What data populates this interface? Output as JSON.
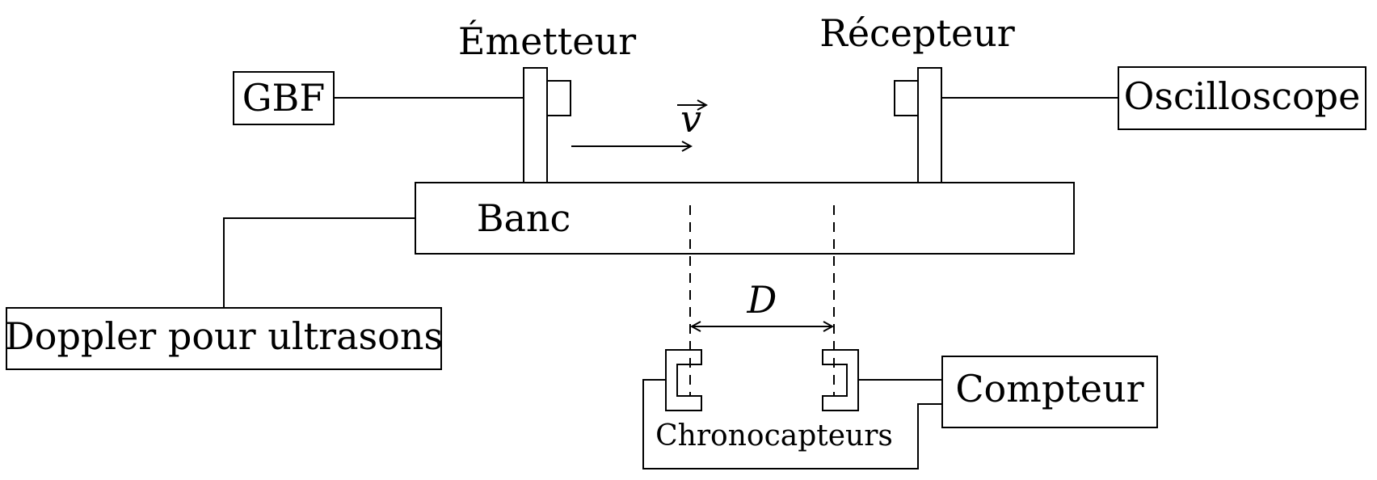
{
  "labels": {
    "gbf": "GBF",
    "emetteur": "Émetteur",
    "recepteur": "Récepteur",
    "oscilloscope": "Oscilloscope",
    "velocity": "v",
    "banc": "Banc",
    "doppler": "Doppler pour ultrasons",
    "distance": "D",
    "compteur": "Compteur",
    "chronocapteurs": "Chronocapteurs"
  }
}
